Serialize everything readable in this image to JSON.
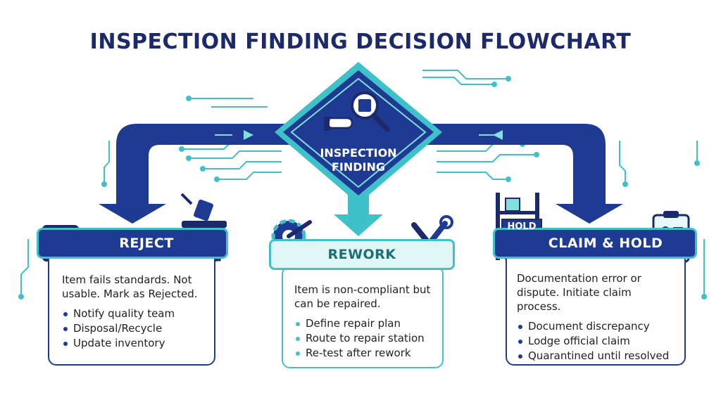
{
  "title": "INSPECTION FINDING DECISION FLOWCHART",
  "center": {
    "label_line1": "INSPECTION",
    "label_line2": "FINDING"
  },
  "reject": {
    "title": "REJECT",
    "description": "Item fails standards. Not usable.  Mark as Rejected.",
    "bullets": [
      "Notify quality team",
      "Disposal/Recycle",
      "Update inventory"
    ]
  },
  "rework": {
    "title": "REWORK",
    "description": "Item is non-compliant but can be repaired.",
    "bullets": [
      "Define repair plan",
      "Route to repair station",
      "Re-test after rework"
    ]
  },
  "claim": {
    "title": "CLAIM & HOLD",
    "sign": "HOLD",
    "description": "Documentation error or dispute. Initiate claim process.",
    "bullets": [
      "Document discrepancy",
      "Lodge official claim",
      "Quarantined until resolved"
    ]
  },
  "colors": {
    "navy": "#1f3a93",
    "dark_navy": "#1c2a6b",
    "teal": "#3fc1c9",
    "light_teal": "#7fe0dc"
  },
  "icons": [
    "x-icon",
    "recycle-bin-icon",
    "gear-icon",
    "wrench-screwdriver-icon",
    "shelf-icon",
    "clipboard-icon",
    "magnifier-chip-icon",
    "hand-icon"
  ]
}
